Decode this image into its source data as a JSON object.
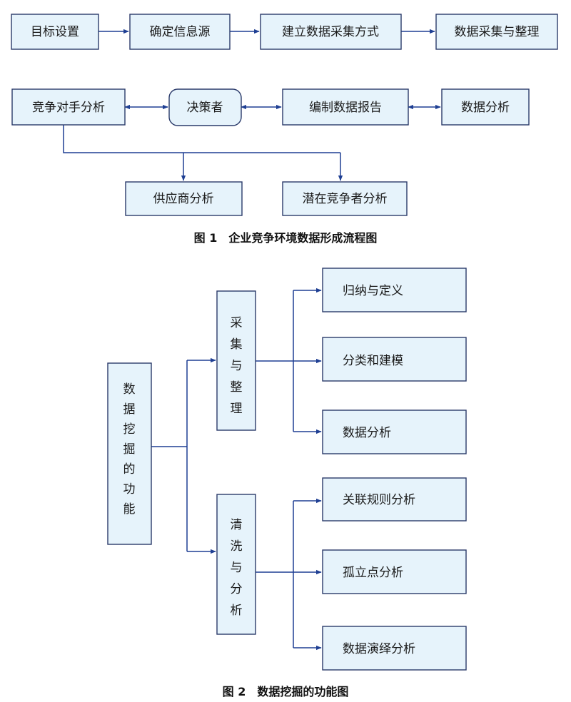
{
  "figure1": {
    "caption": "图 1　企业竞争环境数据形成流程图",
    "nodes": {
      "goal_setting": "目标设置",
      "info_source": "确定信息源",
      "collection_method": "建立数据采集方式",
      "collect_organize": "数据采集与整理",
      "competitor_analysis": "竞争对手分析",
      "decision_maker": "决策者",
      "report": "编制数据报告",
      "data_analysis": "数据分析",
      "supplier_analysis": "供应商分析",
      "potential_competitor": "潜在竞争者分析"
    }
  },
  "figure2": {
    "caption": "图 2　数据挖掘的功能图",
    "nodes": {
      "root": "数据挖掘的功能",
      "collect": "采集与整理",
      "clean": "清洗与分析",
      "induction": "归纳与定义",
      "classification": "分类和建模",
      "data_analysis": "数据分析",
      "association": "关联规则分析",
      "outlier": "孤立点分析",
      "deduction": "数据演绎分析"
    }
  },
  "colors": {
    "node_fill": "#e6f3fb",
    "node_border": "#2a3a6a",
    "edge": "#1f3f93"
  }
}
